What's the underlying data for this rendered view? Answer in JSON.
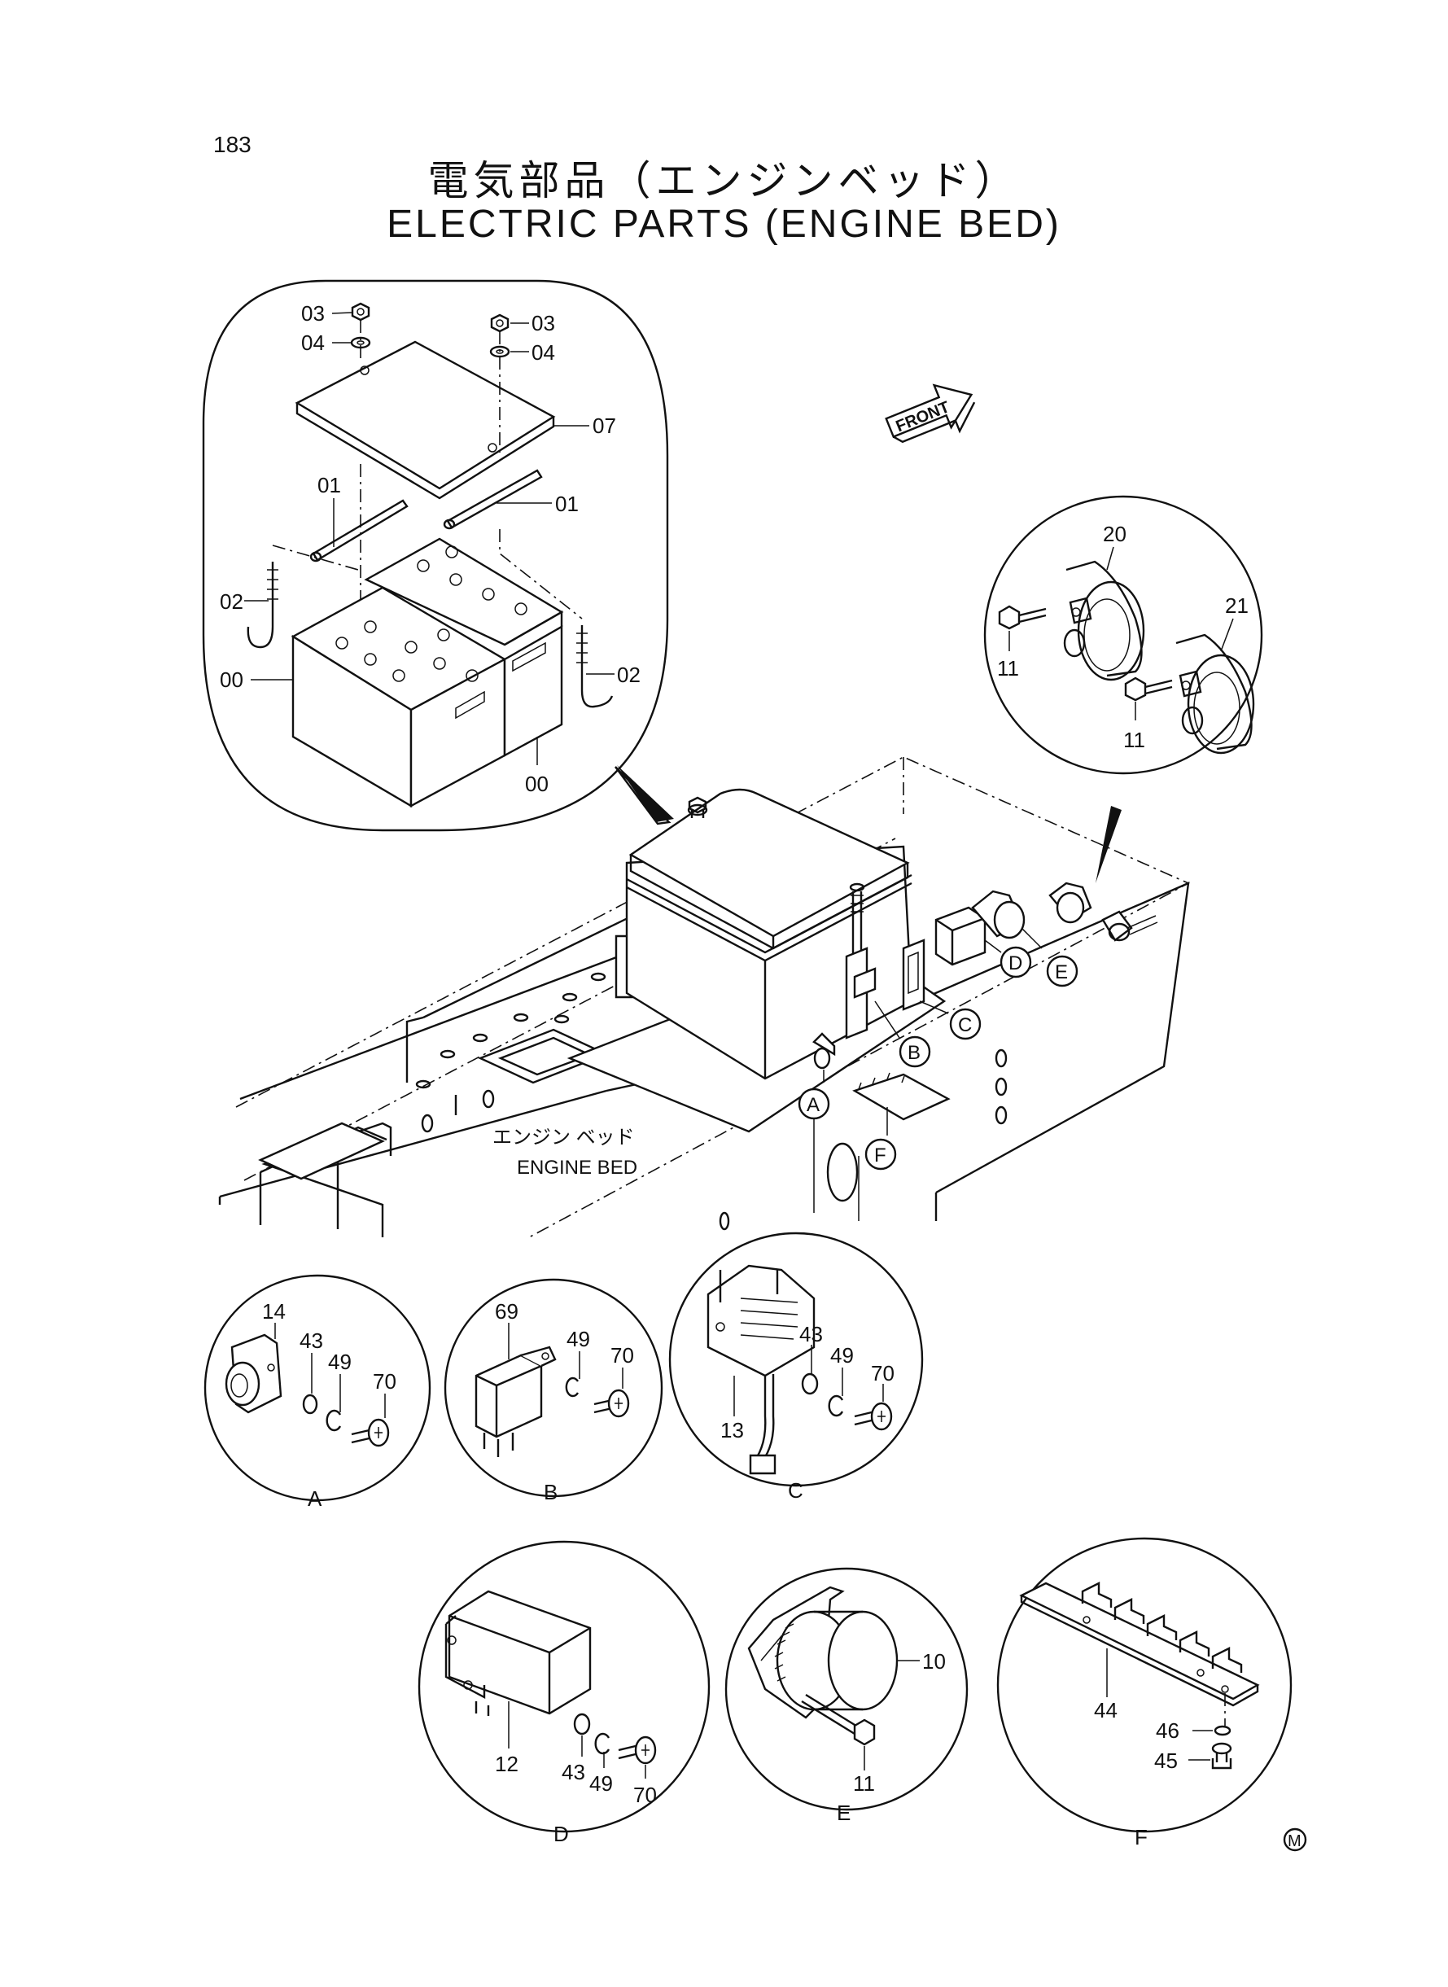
{
  "page_number": "183",
  "title_jp": "電気部品（エンジンベッド）",
  "title_en": "ELECTRIC PARTS (ENGINE BED)",
  "front_label": "FRONT",
  "engine_bed_jp": "エンジン ベッド",
  "engine_bed_en": "ENGINE BED",
  "mark": "M",
  "battery_parts": {
    "p00a": "00",
    "p00b": "00",
    "p01a": "01",
    "p01b": "01",
    "p02a": "02",
    "p02b": "02",
    "p03a": "03",
    "p03b": "03",
    "p04a": "04",
    "p04b": "04",
    "p07": "07"
  },
  "horn_parts": {
    "p20": "20",
    "p21": "21",
    "p11a": "11",
    "p11b": "11"
  },
  "callouts": {
    "A": "A",
    "B": "B",
    "C": "C",
    "D": "D",
    "E": "E",
    "F": "F"
  },
  "detail_a": {
    "p14": "14",
    "p43": "43",
    "p49": "49",
    "p70": "70",
    "letter": "A"
  },
  "detail_b": {
    "p69": "69",
    "p49": "49",
    "p70": "70",
    "letter": "B"
  },
  "detail_c": {
    "p13": "13",
    "p43": "43",
    "p49": "49",
    "p70": "70",
    "letter": "C"
  },
  "detail_d": {
    "p12": "12",
    "p43": "43",
    "p49": "49",
    "p70": "70",
    "letter": "D"
  },
  "detail_e": {
    "p10": "10",
    "p11": "11",
    "letter": "E"
  },
  "detail_f": {
    "p44": "44",
    "p46": "46",
    "p45": "45",
    "letter": "F"
  }
}
